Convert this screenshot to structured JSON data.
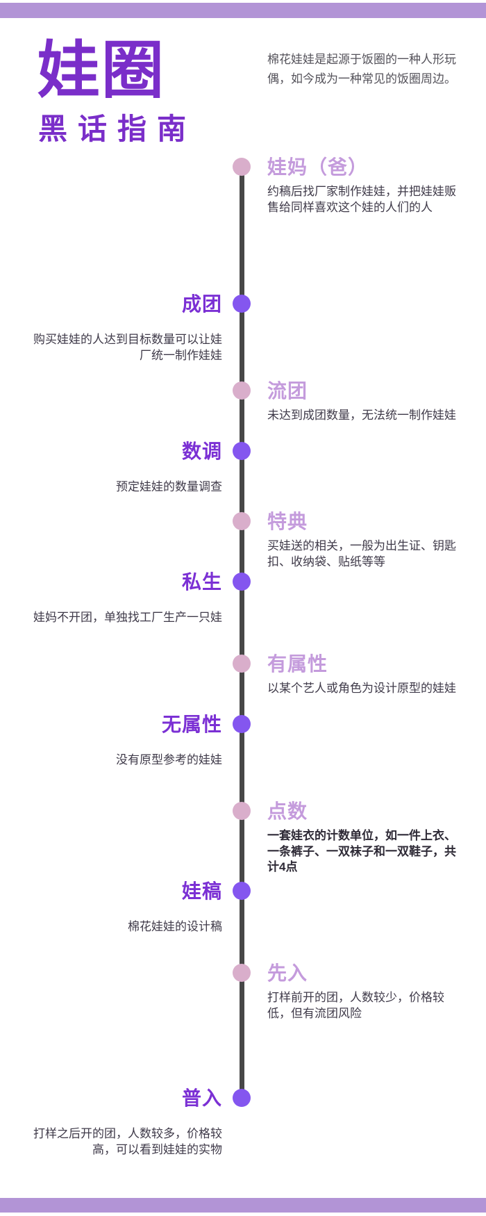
{
  "poster": {
    "title": "娃圈",
    "subtitle": "黑话指南",
    "intro": "棉花娃娃是起源于饭圈的一种人形玩\n偶，如今成为一种常见的饭圈周边。"
  },
  "colors": {
    "title_purple": "#7a2ec9",
    "term_bright_purple": "#7b30d4",
    "term_light_purple": "#c49bdc",
    "dot_purple": "#8456ef",
    "dot_pink": "#d9aecb",
    "timeline_gray": "#474747",
    "strip_lavender": "#b294d6",
    "body_text": "#3f3a49"
  },
  "timeline": {
    "items": [
      {
        "term": "娃妈（爸）",
        "side": "right",
        "description": "约稿后找厂家制作娃娃，并把娃娃贩\n售给同样喜欢这个娃的人们的人"
      },
      {
        "term": "成团",
        "side": "left",
        "description": "购买娃娃的人达到目标数量可以让娃\n厂统一制作娃娃"
      },
      {
        "term": "流团",
        "side": "right",
        "description": "未达到成团数量，无法统一制作娃娃"
      },
      {
        "term": "数调",
        "side": "left",
        "description": "预定娃娃的数量调查"
      },
      {
        "term": "特典",
        "side": "right",
        "description": "买娃送的相关，一般为出生证、钥匙\n扣、收纳袋、贴纸等等"
      },
      {
        "term": "私生",
        "side": "left",
        "description": "娃妈不开团，单独找工厂生产一只娃"
      },
      {
        "term": "有属性",
        "side": "right",
        "description": "以某个艺人或角色为设计原型的娃娃"
      },
      {
        "term": "无属性",
        "side": "left",
        "description": "没有原型参考的娃娃"
      },
      {
        "term": "点数",
        "side": "right",
        "description": "一套娃衣的计数单位，如一件上衣、\n一条裤子、一双袜子和一双鞋子，共\n计4点"
      },
      {
        "term": "娃稿",
        "side": "left",
        "description": "棉花娃娃的设计稿"
      },
      {
        "term": "先入",
        "side": "right",
        "description": "打样前开的团，人数较少，价格较\n低，但有流团风险"
      },
      {
        "term": "普入",
        "side": "left",
        "description": "打样之后开的团，人数较多，价格较\n高，可以看到娃娃的实物"
      }
    ]
  }
}
